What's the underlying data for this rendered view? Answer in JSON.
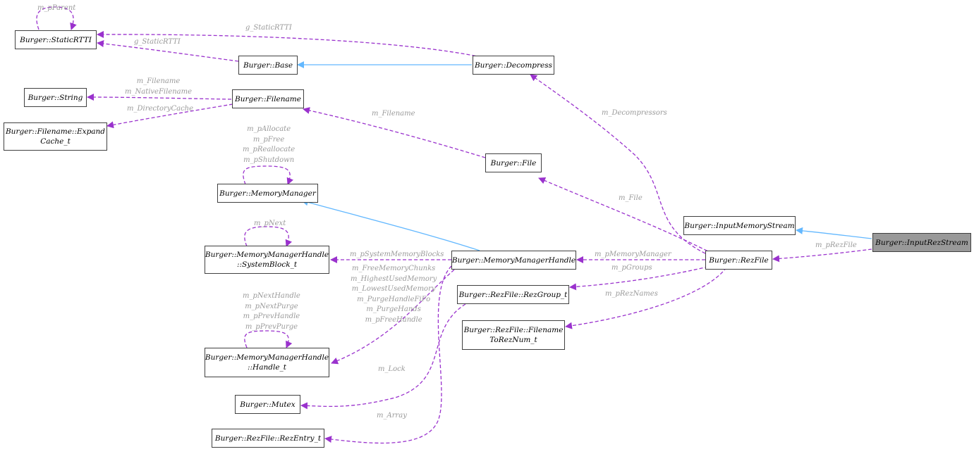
{
  "colors": {
    "usage_edge": "#9a32cd",
    "inherit_edge": "#63b8ff",
    "label_text": "#9a9a9a",
    "focus_node": "#999999",
    "node_border": "#404040"
  },
  "nodes": {
    "static_rtti": "Burger::StaticRTTI",
    "base": "Burger::Base",
    "decompress": "Burger::Decompress",
    "string": "Burger::String",
    "filename": "Burger::Filename",
    "expand_cache": "Burger::Filename::Expand\nCache_t",
    "file": "Burger::File",
    "memory_manager": "Burger::MemoryManager",
    "system_block": "Burger::MemoryManagerHandle\n::SystemBlock_t",
    "memory_manager_handle": "Burger::MemoryManagerHandle",
    "input_memory_stream": "Burger::InputMemoryStream",
    "input_rez_stream": "Burger::InputRezStream",
    "rez_file": "Burger::RezFile",
    "rez_group": "Burger::RezFile::RezGroup_t",
    "filename_to_rez_num": "Burger::RezFile::Filename\nToRezNum_t",
    "handle_t": "Burger::MemoryManagerHandle\n::Handle_t",
    "mutex": "Burger::Mutex",
    "rez_entry": "Burger::RezFile::RezEntry_t"
  },
  "edge_labels": {
    "m_pParent": "m_pParent",
    "g_StaticRTTI_top": "g_StaticRTTI",
    "g_StaticRTTI_base": "g_StaticRTTI",
    "filename_string": "m_Filename\nm_NativeFilename",
    "m_DirectoryCache": "m_DirectoryCache",
    "m_Filename": "m_Filename",
    "mm_self": "m_pAllocate\nm_pFree\nm_pReallocate\nm_pShutdown",
    "m_Decompressors": "m_Decompressors",
    "m_File": "m_File",
    "m_pNext": "m_pNext",
    "m_pSystemMemoryBlocks": "m_pSystemMemoryBlocks",
    "m_pMemoryManager": "m_pMemoryManager",
    "m_pRezFile": "m_pRezFile",
    "m_pGroups": "m_pGroups",
    "m_pRezNames": "m_pRezNames",
    "handle_fields": "m_FreeMemoryChunks\nm_HighestUsedMemory\nm_LowestUsedMemory\nm_PurgeHandleFiFo\nm_PurgeHands\nm_pFreeHandle",
    "handle_self": "m_pNextHandle\nm_pNextPurge\nm_pPrevHandle\nm_pPrevPurge",
    "m_Lock": "m_Lock",
    "m_Array": "m_Array"
  }
}
